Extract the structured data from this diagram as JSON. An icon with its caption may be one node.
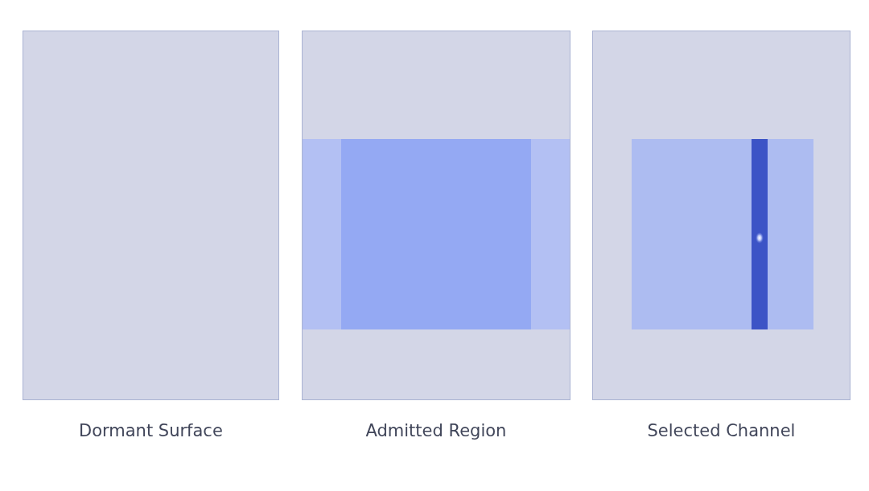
{
  "diagram": {
    "labels": [
      "Dormant Surface",
      "Admitted Region",
      "Selected Channel"
    ]
  }
}
